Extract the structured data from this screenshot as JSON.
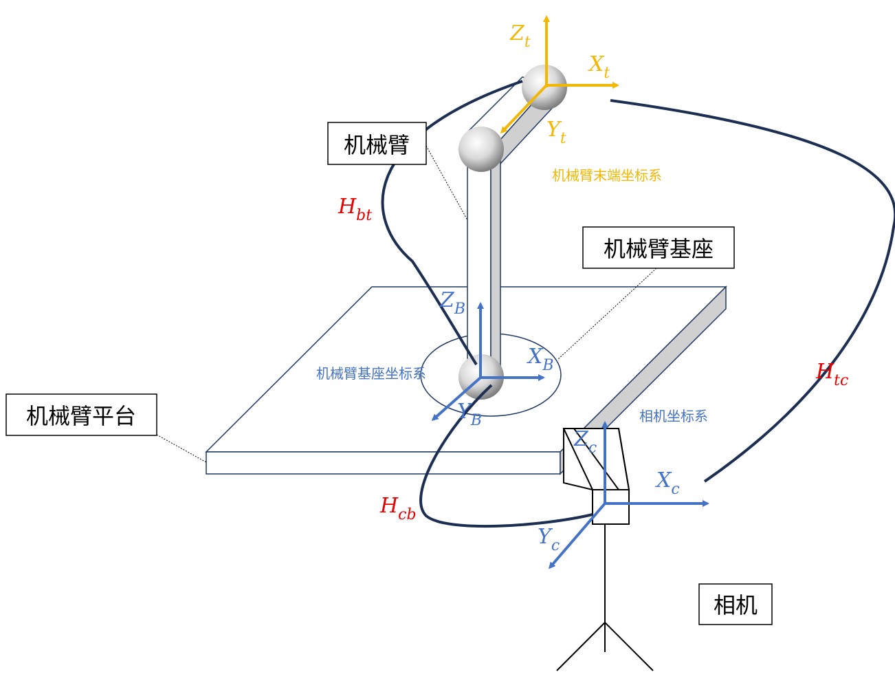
{
  "colors": {
    "tool_frame": "#f2b705",
    "base_frame": "#4472c4",
    "curves": "#1c2e52",
    "transform_labels": "#e60000",
    "structure_line": "#1f3864",
    "shaded_face": "#d0d0d0"
  },
  "callouts": {
    "robot_arm": "机械臂",
    "arm_base": "机械臂基座",
    "arm_platform": "机械臂平台",
    "camera": "相机"
  },
  "frame_names": {
    "tool_frame": "机械臂末端坐标系",
    "base_frame": "机械臂基座坐标系",
    "camera_frame": "相机坐标系"
  },
  "axes": {
    "tool": {
      "z": "Z",
      "z_sub": "t",
      "x": "X",
      "x_sub": "t",
      "y": "Y",
      "y_sub": "t"
    },
    "base": {
      "z": "Z",
      "z_sub": "B",
      "x": "X",
      "x_sub": "B",
      "y": "Y",
      "y_sub": "B"
    },
    "camera": {
      "z": "Z",
      "z_sub": "c",
      "x": "X",
      "x_sub": "c",
      "y": "Y",
      "y_sub": "c"
    }
  },
  "transforms": {
    "base_to_tool": {
      "main": "H",
      "sub": "bt"
    },
    "tool_to_camera": {
      "main": "H",
      "sub": "tc"
    },
    "camera_to_base": {
      "main": "H",
      "sub": "cb"
    }
  }
}
